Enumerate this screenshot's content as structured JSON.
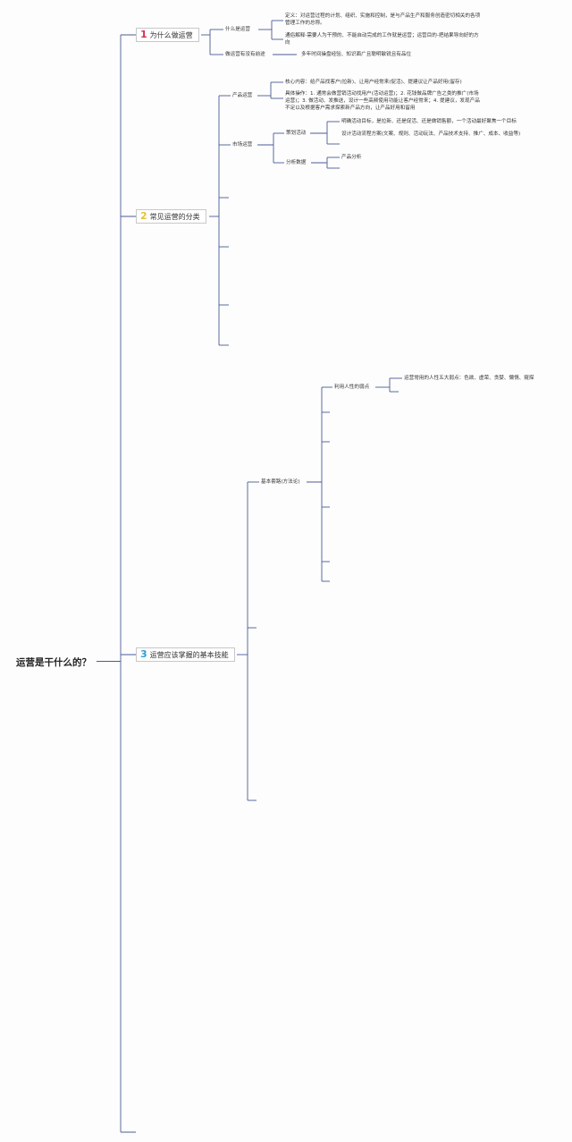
{
  "root": {
    "label": "运营是干什么的？"
  },
  "branch1": {
    "number": "1",
    "label": "为什么做运营",
    "number_color": "#d9304e",
    "nodes": {
      "what_is": "什么是运营",
      "definition": "定义：对运营过程的计划、组织、实施和控制，是与产品生产和服务创造密切相关的各项管理工作的总称。",
      "plain": "通俗解释-需要人为干预的、不能自动完成的工作就是运营；运营目的-把结果导向好的方向",
      "future": "做运营有没有前途",
      "future_answer": "多年时间操盘经验、知识面广且聪明敏锐且有品位"
    }
  },
  "branch2": {
    "number": "2",
    "label": "常见运营的分类",
    "number_color": "#e8c130",
    "nodes": {
      "product_ops": "产品运营",
      "core": "核心内容：给产品找客户(拉新)、让用户经常来(促活)、提建议让产品好用(留存)",
      "ops_detail": "具体操作：1. 通常会做营销活动找用户(活动运营)；2. 花钱做品牌广告之类的推广(市场运营)；3. 做活动、发推送，设计一些高频使用功能让客户经常来；4. 提建议，发现产品不足以及根据客户需求探索新产品方向，让产品好用和留用",
      "market_ops": "市场运营",
      "plan_activity": "策划活动",
      "plan1": "明确活动目标，是拉新、还是促活、还是做销售额，一个活动最好聚焦一个目标",
      "plan2": "设计活动流程方案(文案、规则、活动玩法、产品技术支持、推广、成本、收益等)",
      "analyze": "分析数据",
      "product_analysis": "产品分析"
    }
  },
  "branch3": {
    "number": "3",
    "label": "运营应该掌握的基本技能",
    "number_color": "#2a9fd6",
    "nodes": {
      "method": "基本套路(方法论)",
      "human_nature": "利用人性的弱点",
      "five_weak": "运营常用的人性五大弱点：色欲、虚荣、贪婪、懒惰、窥探"
    }
  }
}
